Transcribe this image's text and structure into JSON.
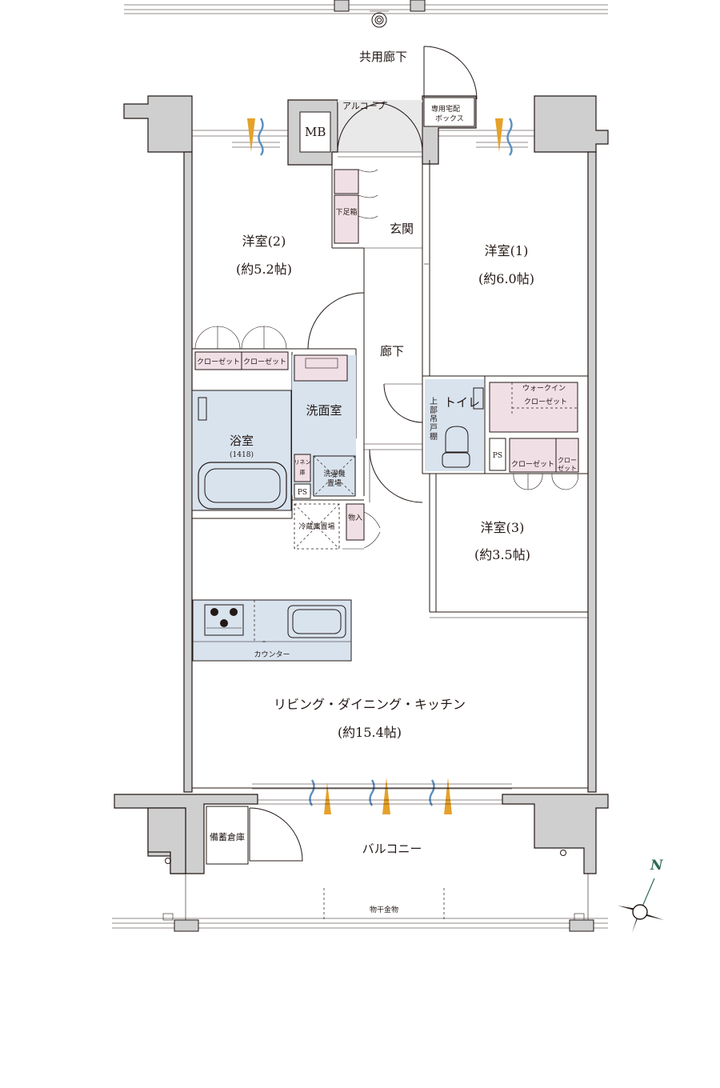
{
  "labels": {
    "public_corridor": "共用廊下",
    "alcove": "アルコーブ",
    "mb": "MB",
    "delivery_box": [
      "専用宅配",
      "ボックス"
    ],
    "shoe_box": "下足箱",
    "entrance": "玄関",
    "room1": "洋室(1)",
    "room1_size": "(約6.0帖)",
    "room2": "洋室(2)",
    "room2_size": "(約5.2帖)",
    "room3": "洋室(3)",
    "room3_size": "(約3.5帖)",
    "hallway": "廊下",
    "closet": "クローゼット",
    "closet_short": [
      "クロー",
      "ゼット"
    ],
    "walk_in": "ウォークイン",
    "washroom": "洗面室",
    "bathroom": "浴室",
    "bath_size": "(1418)",
    "linen": [
      "リネン",
      "庫"
    ],
    "washer": [
      "洗濯機",
      "置場"
    ],
    "ps": "PS",
    "fridge": "冷蔵庫置場",
    "storage": "物入",
    "toilet": "トイレ",
    "upper_shelf": "上部吊戸棚",
    "counter": "カウンター",
    "ldk": "リビング・ダイニング・キッチン",
    "ldk_size": "(約15.4帖)",
    "balcony": "バルコニー",
    "emergency_storage": "備蓄倉庫",
    "drying_rack": "物干金物",
    "north": "N"
  },
  "colors": {
    "wall_fill": "#cfcfcf",
    "wet_area": "#d8e3ee",
    "storage_pink": "#f1dfe6",
    "alcove_gray": "#e9e9e9",
    "vent_blue": "#5a8fbf",
    "vent_yellow": "#e5a12a",
    "north_green": "#2d6b5a"
  },
  "icons": [
    "compass-icon",
    "stove-icon",
    "sink-icon",
    "toilet-icon",
    "bathtub-icon",
    "vent-arrow-icon"
  ]
}
